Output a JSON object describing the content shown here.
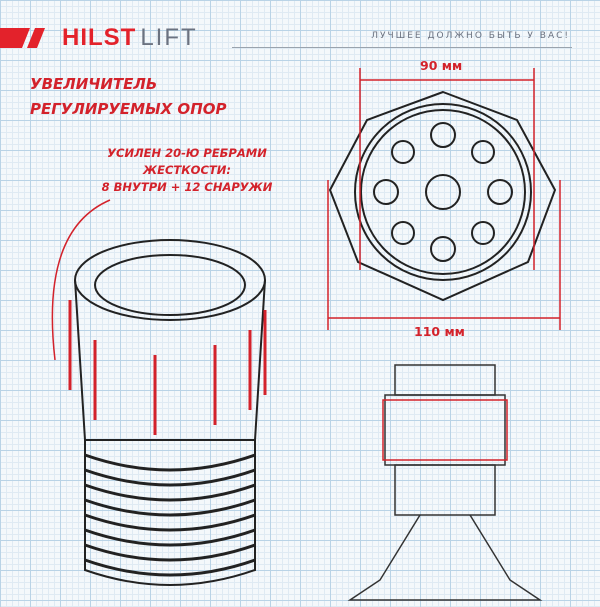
{
  "brand": {
    "name_bold": "HILST",
    "name_light": "LIFT",
    "tagline": "ЛУЧШЕЕ ДОЛЖНО БЫТЬ У ВАС!",
    "accent": "#e3222b"
  },
  "title": {
    "line1": "УВЕЛИЧИТЕЛЬ",
    "line2": "РЕГУЛИРУЕМЫХ ОПОР"
  },
  "note": {
    "line1": "УСИЛЕН 20-Ю РЕБРАМИ ЖЕСТКОСТИ:",
    "line2": "8 ВНУТРИ + 12 СНАРУЖИ"
  },
  "dimensions": {
    "inner": "90 мм",
    "outer": "110 мм"
  }
}
